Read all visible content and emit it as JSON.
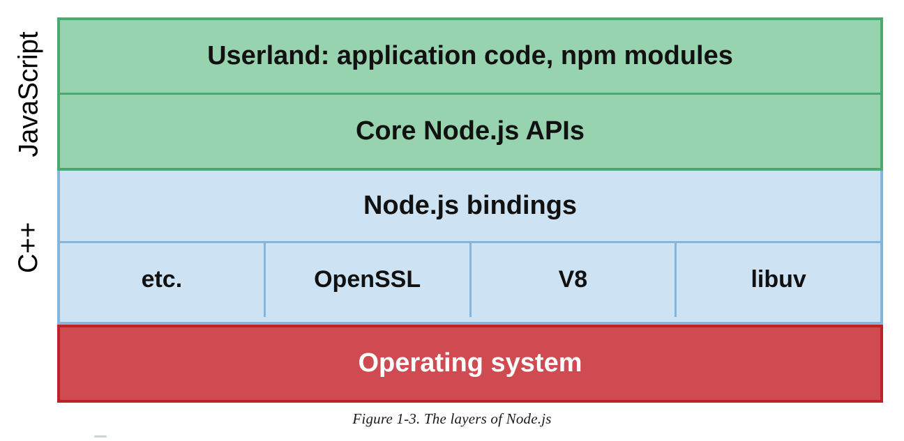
{
  "figure": {
    "caption": "Figure 1-3. The layers of Node.js",
    "title": "The layers of Node.js"
  },
  "colors": {
    "javascript_fill": "#97d3ae",
    "javascript_border": "#47ab6f",
    "cpp_fill": "#cde2f2",
    "cpp_border": "#84b6dd",
    "os_fill": "#cf4a51",
    "os_border": "#c02028",
    "text_dark": "#111111",
    "text_light": "#ffffff"
  },
  "side_labels": [
    {
      "id": "javascript",
      "text": "JavaScript"
    },
    {
      "id": "cpp",
      "text": "C++"
    }
  ],
  "layers": {
    "javascript": {
      "label": "JavaScript",
      "rows": [
        {
          "id": "userland",
          "text": "Userland: application code, npm modules"
        },
        {
          "id": "core-apis",
          "text": "Core Node.js APIs"
        }
      ]
    },
    "cpp": {
      "label": "C++",
      "rows": [
        {
          "id": "bindings",
          "text": "Node.js bindings"
        }
      ],
      "components": [
        {
          "id": "etc",
          "text": "etc."
        },
        {
          "id": "openssl",
          "text": "OpenSSL"
        },
        {
          "id": "v8",
          "text": "V8"
        },
        {
          "id": "libuv",
          "text": "libuv"
        }
      ]
    },
    "os": {
      "rows": [
        {
          "id": "operating-system",
          "text": "Operating system"
        }
      ]
    }
  },
  "chart_data": {
    "type": "diagram",
    "title": "The layers of Node.js",
    "stack_top_to_bottom": [
      {
        "group": "JavaScript",
        "layer": "Userland: application code, npm modules"
      },
      {
        "group": "JavaScript",
        "layer": "Core Node.js APIs"
      },
      {
        "group": "C++",
        "layer": "Node.js bindings"
      },
      {
        "group": "C++",
        "layer": "etc."
      },
      {
        "group": "C++",
        "layer": "OpenSSL"
      },
      {
        "group": "C++",
        "layer": "V8"
      },
      {
        "group": "C++",
        "layer": "libuv"
      },
      {
        "group": "",
        "layer": "Operating system"
      }
    ]
  }
}
